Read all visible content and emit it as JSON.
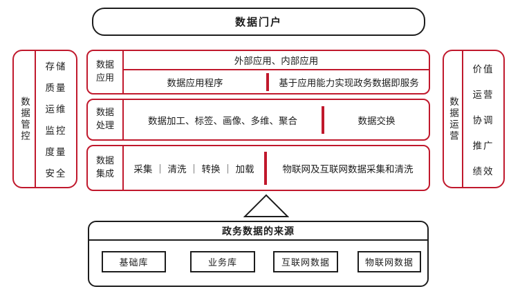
{
  "colors": {
    "accent_red": "#c0182c",
    "line_black": "#1c1c1c"
  },
  "portal": {
    "title": "数据门户"
  },
  "governance_panel": {
    "label": "数据管控",
    "items": [
      "存储",
      "质量",
      "运维",
      "监控",
      "度量",
      "安全"
    ]
  },
  "operation_panel": {
    "label": "数据运营",
    "items": [
      "价值",
      "运营",
      "协调",
      "推广",
      "绩效"
    ]
  },
  "application_layer": {
    "label": "数据应用",
    "top_cell": "外部应用、内部应用",
    "bottom_cells": [
      "数据应用程序",
      "基于应用能力实现政务数据即服务"
    ]
  },
  "processing_layer": {
    "label": "数据处理",
    "cells": [
      "数据加工、标签、画像、多维、聚合",
      "数据交换"
    ]
  },
  "integration_layer": {
    "label": "数据集成",
    "cells": [
      "采集 ｜ 清洗 ｜ 转换 ｜ 加载",
      "物联网及互联网数据采集和清洗"
    ]
  },
  "source_section": {
    "title": "政务数据的来源",
    "items": [
      "基础库",
      "业务库",
      "互联网数据",
      "物联网数据"
    ]
  }
}
